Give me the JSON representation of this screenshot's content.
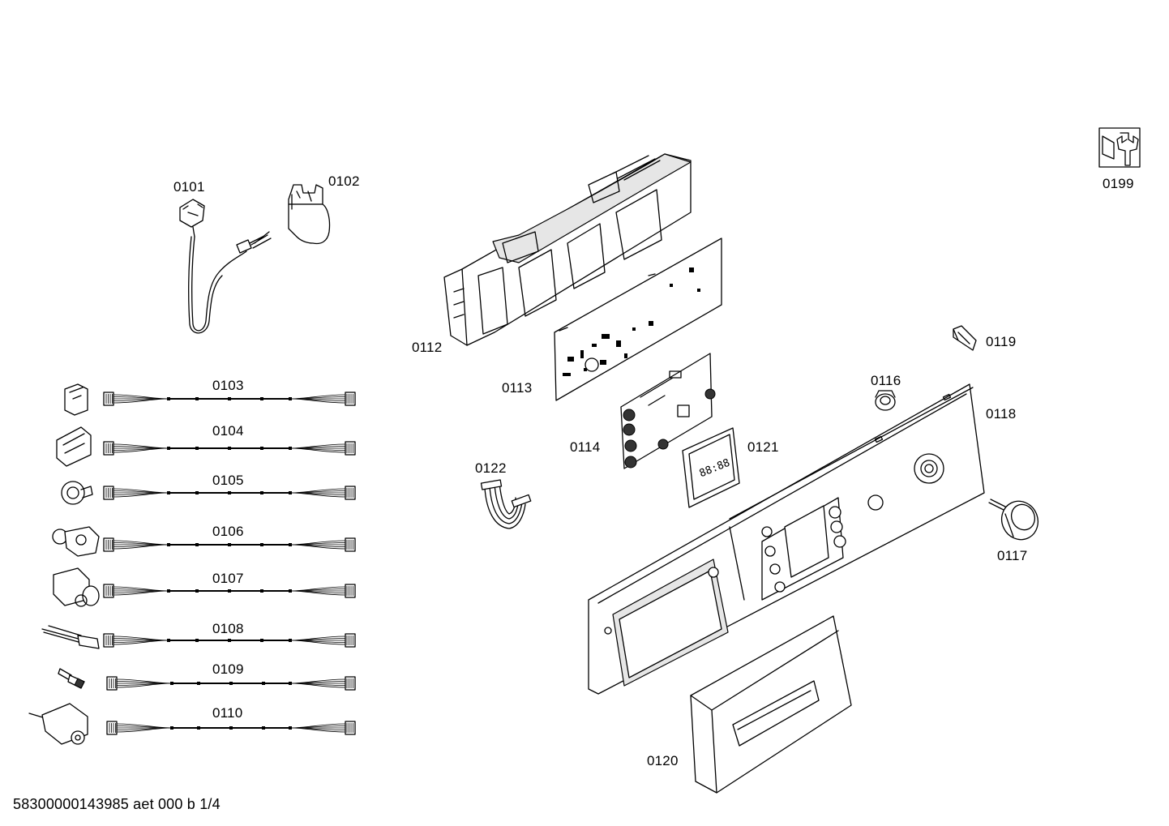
{
  "parts": [
    {
      "id": "p0101",
      "label": "0101"
    },
    {
      "id": "p0102",
      "label": "0102"
    },
    {
      "id": "p0103",
      "label": "0103"
    },
    {
      "id": "p0104",
      "label": "0104"
    },
    {
      "id": "p0105",
      "label": "0105"
    },
    {
      "id": "p0106",
      "label": "0106"
    },
    {
      "id": "p0107",
      "label": "0107"
    },
    {
      "id": "p0108",
      "label": "0108"
    },
    {
      "id": "p0109",
      "label": "0109"
    },
    {
      "id": "p0110",
      "label": "0110"
    },
    {
      "id": "p0112",
      "label": "0112"
    },
    {
      "id": "p0113",
      "label": "0113"
    },
    {
      "id": "p0114",
      "label": "0114"
    },
    {
      "id": "p0116",
      "label": "0116"
    },
    {
      "id": "p0117",
      "label": "0117"
    },
    {
      "id": "p0118",
      "label": "0118"
    },
    {
      "id": "p0119",
      "label": "0119"
    },
    {
      "id": "p0120",
      "label": "0120"
    },
    {
      "id": "p0121",
      "label": "0121"
    },
    {
      "id": "p0122",
      "label": "0122"
    },
    {
      "id": "p0199",
      "label": "0199"
    }
  ],
  "display_text": "88:88",
  "footer": {
    "document_code": "58300000143985 aet 000 b 1/4"
  }
}
